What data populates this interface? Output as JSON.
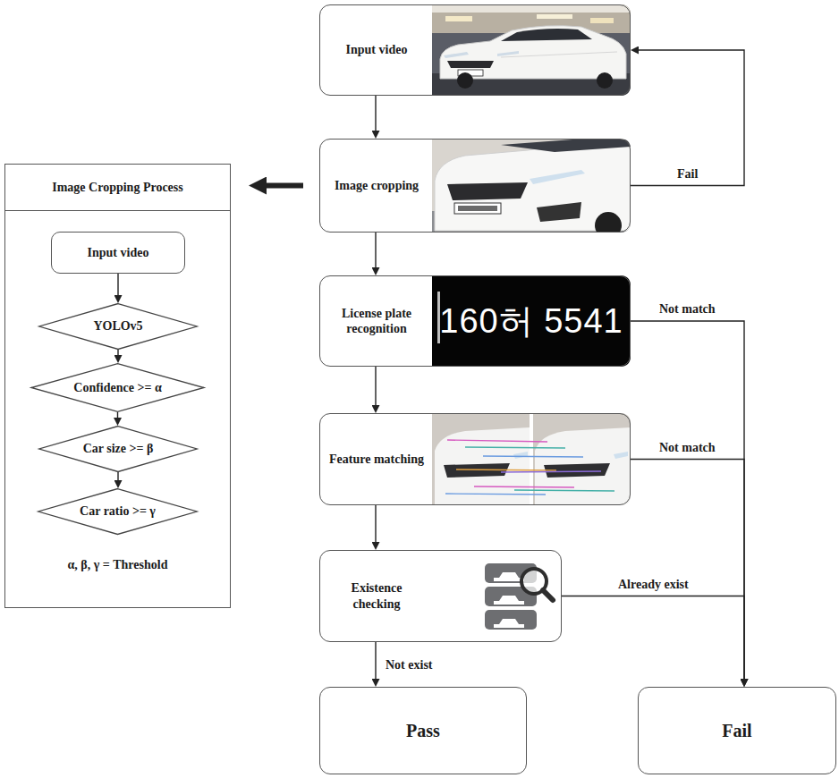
{
  "diagram": {
    "nodes": [
      {
        "text": [
          "Input video"
        ]
      },
      {
        "text": [
          "Image cropping"
        ]
      },
      {
        "text": [
          "License plate recognition"
        ]
      },
      {
        "text": [
          "Feature matching"
        ]
      },
      {
        "text": [
          "Existence checking"
        ]
      },
      {
        "text": [
          "Pass"
        ]
      },
      {
        "text": [
          "Fail"
        ]
      },
      {
        "text": [
          "Image Cropping Process",
          "α, β, γ = Threshold"
        ]
      },
      {
        "text": [
          "Input video"
        ],
        "in": 7
      },
      {
        "text": [
          "YOLOv5"
        ],
        "in": 7
      },
      {
        "text": [
          "Confidence >= α"
        ],
        "in": 7
      },
      {
        "text": [
          "Car size >= β"
        ],
        "in": 7
      },
      {
        "text": [
          "Car ratio >= γ"
        ],
        "in": 7
      }
    ],
    "edges": [
      {
        "from": 0,
        "to": 1,
        "arrow": "to"
      },
      {
        "from": 1,
        "to": 2,
        "arrow": "to"
      },
      {
        "from": 2,
        "to": 3,
        "arrow": "to"
      },
      {
        "from": 3,
        "to": 4,
        "arrow": "to"
      },
      {
        "from": 4,
        "to": 5,
        "label": "Not exist",
        "arrow": "to"
      },
      {
        "from": 1,
        "to": 0,
        "label": "Fail",
        "arrow": "to"
      },
      {
        "from": 2,
        "to": 6,
        "label": "Not match",
        "arrow": "to"
      },
      {
        "from": 3,
        "to": 6,
        "label": "Not match",
        "arrow": "to"
      },
      {
        "from": 4,
        "to": 6,
        "label": "Already exist",
        "arrow": "to"
      },
      {
        "from": 1,
        "to": 7,
        "arrow": "to"
      },
      {
        "from": 8,
        "to": 9,
        "arrow": "to"
      },
      {
        "from": 9,
        "to": 10,
        "arrow": "to"
      },
      {
        "from": 10,
        "to": 11,
        "arrow": "to"
      },
      {
        "from": 11,
        "to": 12,
        "arrow": "to"
      }
    ],
    "labels": [
      "160허 5541"
    ]
  }
}
